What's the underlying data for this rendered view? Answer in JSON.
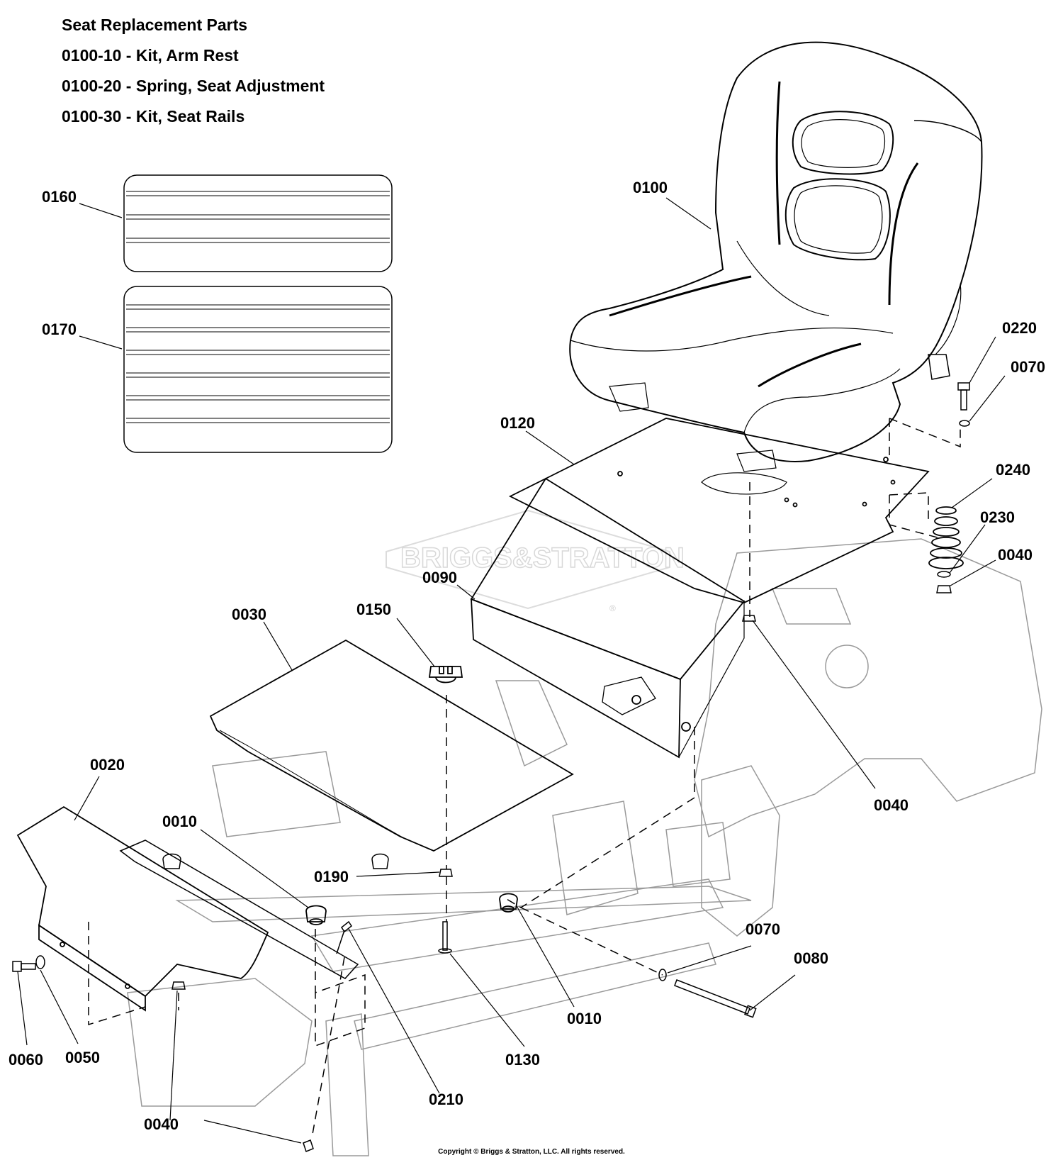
{
  "header": {
    "title": "Seat Replacement Parts",
    "lines": [
      "0100-10 - Kit, Arm Rest",
      "0100-20 - Spring, Seat Adjustment",
      "0100-30 - Kit, Seat Rails"
    ]
  },
  "watermark": {
    "text": "BRIGGS&STRATTON",
    "registered": "®"
  },
  "labels": {
    "seat": "0100",
    "seat_pan": "0120",
    "decal_small": "0160",
    "decal_large": "0170",
    "bolt_top": "0220",
    "washer_top": "0070",
    "spring": "0240",
    "washer_spring": "0230",
    "nut_spring": "0040",
    "seat_support": "0090",
    "knob": "0150",
    "floor_plate": "0030",
    "nut_right": "0040",
    "rear_cover": "0020",
    "bumper_left": "0010",
    "screw": "0190",
    "bumper_right": "0010",
    "washer_pin": "0070",
    "pin": "0080",
    "bolt_left": "0060",
    "washer_left": "0050",
    "nut_bottom": "0040",
    "screw_rear": "0210",
    "bolt_center": "0130"
  },
  "copyright": "Copyright © Briggs & Stratton, LLC. All rights reserved."
}
